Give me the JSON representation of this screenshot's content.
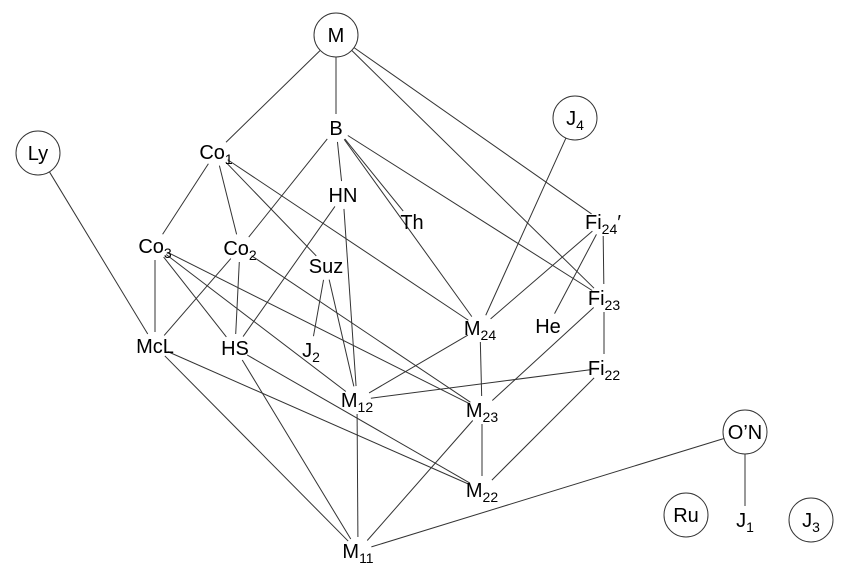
{
  "colors": {
    "line": "#333333",
    "text": "#000000",
    "background": "#ffffff"
  },
  "nodes": [
    {
      "id": "M",
      "base": "M",
      "sub": "",
      "suffix": "",
      "circled": true
    },
    {
      "id": "B",
      "base": "B",
      "sub": "",
      "suffix": "",
      "circled": false
    },
    {
      "id": "J4",
      "base": "J",
      "sub": "4",
      "suffix": "",
      "circled": true
    },
    {
      "id": "Ly",
      "base": "Ly",
      "sub": "",
      "suffix": "",
      "circled": true
    },
    {
      "id": "Co1",
      "base": "Co",
      "sub": "1",
      "suffix": "",
      "circled": false
    },
    {
      "id": "HN",
      "base": "HN",
      "sub": "",
      "suffix": "",
      "circled": false
    },
    {
      "id": "Th",
      "base": "Th",
      "sub": "",
      "suffix": "",
      "circled": false
    },
    {
      "id": "Fi24p",
      "base": "Fi",
      "sub": "24",
      "suffix": "′",
      "circled": false
    },
    {
      "id": "Co3",
      "base": "Co",
      "sub": "3",
      "suffix": "",
      "circled": false
    },
    {
      "id": "Co2",
      "base": "Co",
      "sub": "2",
      "suffix": "",
      "circled": false
    },
    {
      "id": "Suz",
      "base": "Suz",
      "sub": "",
      "suffix": "",
      "circled": false
    },
    {
      "id": "Fi23",
      "base": "Fi",
      "sub": "23",
      "suffix": "",
      "circled": false
    },
    {
      "id": "M24",
      "base": "M",
      "sub": "24",
      "suffix": "",
      "circled": false
    },
    {
      "id": "He",
      "base": "He",
      "sub": "",
      "suffix": "",
      "circled": false
    },
    {
      "id": "McL",
      "base": "McL",
      "sub": "",
      "suffix": "",
      "circled": false
    },
    {
      "id": "HS",
      "base": "HS",
      "sub": "",
      "suffix": "",
      "circled": false
    },
    {
      "id": "J2",
      "base": "J",
      "sub": "2",
      "suffix": "",
      "circled": false
    },
    {
      "id": "Fi22",
      "base": "Fi",
      "sub": "22",
      "suffix": "",
      "circled": false
    },
    {
      "id": "M12",
      "base": "M",
      "sub": "12",
      "suffix": "",
      "circled": false
    },
    {
      "id": "M23",
      "base": "M",
      "sub": "23",
      "suffix": "",
      "circled": false
    },
    {
      "id": "ON",
      "base": "O’N",
      "sub": "",
      "suffix": "",
      "circled": true
    },
    {
      "id": "M22",
      "base": "M",
      "sub": "22",
      "suffix": "",
      "circled": false
    },
    {
      "id": "Ru",
      "base": "Ru",
      "sub": "",
      "suffix": "",
      "circled": true
    },
    {
      "id": "J1",
      "base": "J",
      "sub": "1",
      "suffix": "",
      "circled": false
    },
    {
      "id": "J3",
      "base": "J",
      "sub": "3",
      "suffix": "",
      "circled": true
    },
    {
      "id": "M11",
      "base": "M",
      "sub": "11",
      "suffix": "",
      "circled": false
    }
  ],
  "edges": [
    [
      "M",
      "B"
    ],
    [
      "M",
      "Co1"
    ],
    [
      "M",
      "Fi24p"
    ],
    [
      "M",
      "Fi23"
    ],
    [
      "B",
      "HN"
    ],
    [
      "B",
      "Th"
    ],
    [
      "B",
      "Co2"
    ],
    [
      "B",
      "Fi23"
    ],
    [
      "B",
      "M24"
    ],
    [
      "HN",
      "M12"
    ],
    [
      "HN",
      "HS"
    ],
    [
      "J4",
      "M24"
    ],
    [
      "Ly",
      "McL"
    ],
    [
      "Co1",
      "Co3"
    ],
    [
      "Co1",
      "Co2"
    ],
    [
      "Co1",
      "Suz"
    ],
    [
      "Co1",
      "M24"
    ],
    [
      "Co3",
      "McL"
    ],
    [
      "Co3",
      "HS"
    ],
    [
      "Co3",
      "M23"
    ],
    [
      "Co3",
      "M12"
    ],
    [
      "Co2",
      "McL"
    ],
    [
      "Co2",
      "HS"
    ],
    [
      "Co2",
      "M23"
    ],
    [
      "Suz",
      "J2"
    ],
    [
      "Suz",
      "M12"
    ],
    [
      "Fi24p",
      "Fi23"
    ],
    [
      "Fi24p",
      "M24"
    ],
    [
      "Fi24p",
      "He"
    ],
    [
      "Fi23",
      "Fi22"
    ],
    [
      "Fi23",
      "M23"
    ],
    [
      "Fi22",
      "M12"
    ],
    [
      "Fi22",
      "M22"
    ],
    [
      "M24",
      "M12"
    ],
    [
      "M24",
      "M23"
    ],
    [
      "McL",
      "M11"
    ],
    [
      "McL",
      "M22"
    ],
    [
      "HS",
      "M11"
    ],
    [
      "HS",
      "M22"
    ],
    [
      "M12",
      "M11"
    ],
    [
      "M23",
      "M22"
    ],
    [
      "M23",
      "M11"
    ],
    [
      "ON",
      "J1"
    ],
    [
      "ON",
      "M11"
    ]
  ]
}
